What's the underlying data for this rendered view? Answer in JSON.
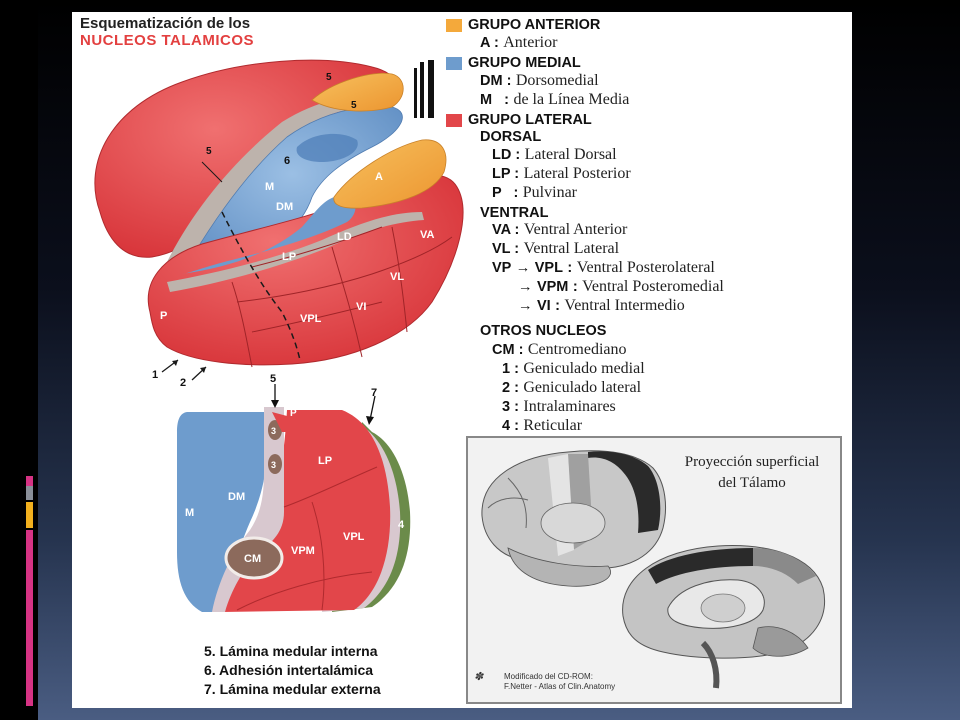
{
  "colors": {
    "anterior": "#f4a93b",
    "medial": "#6e9ccd",
    "lateral": "#e2464a",
    "lamina": "#bdb3ac",
    "cm": "#8c6a5c",
    "reticular": "#6b8b4a",
    "title_red": "#e34040"
  },
  "diagram": {
    "title_line1": "Esquematización de los",
    "title_line2": "NUCLEOS TALAMICOS",
    "legend": {
      "anterior": {
        "head": "GRUPO ANTERIOR",
        "items": [
          {
            "abbr": "A :",
            "text": "Anterior"
          }
        ]
      },
      "medial": {
        "head": "GRUPO MEDIAL",
        "items": [
          {
            "abbr": "DM :",
            "text": "Dorsomedial"
          },
          {
            "abbr": "M   :",
            "text": "de la Línea Media"
          }
        ]
      },
      "lateral": {
        "head": "GRUPO LATERAL",
        "dorsal_head": "DORSAL",
        "dorsal_items": [
          {
            "abbr": "LD :",
            "text": "Lateral Dorsal"
          },
          {
            "abbr": "LP :",
            "text": "Lateral Posterior"
          },
          {
            "abbr": "P   :",
            "text": "Pulvinar"
          }
        ],
        "ventral_head": "VENTRAL",
        "ventral_items": [
          {
            "abbr": "VA :",
            "text": "Ventral Anterior"
          },
          {
            "abbr": "VL :",
            "text": "Ventral Lateral"
          },
          {
            "abbr": "VP",
            "sub": "VPL",
            "text": "Ventral Posterolateral"
          },
          {
            "sub": "VPM",
            "text": "Ventral Posteromedial"
          },
          {
            "sub": "VI",
            "text": "Ventral Intermedio"
          }
        ]
      },
      "otros": {
        "head": "OTROS NUCLEOS",
        "items": [
          {
            "abbr": "CM :",
            "text": "Centromediano"
          },
          {
            "abbr": "1 :",
            "text": "Geniculado medial"
          },
          {
            "abbr": "2 :",
            "text": "Geniculado lateral"
          },
          {
            "abbr": "3 :",
            "text": "Intralaminares"
          },
          {
            "abbr": "4 :",
            "text": "Reticular"
          }
        ]
      }
    },
    "thalamus_labels": {
      "n5a": "5",
      "n5b": "5",
      "n5c": "5",
      "n6": "6",
      "m": "M",
      "dm": "DM",
      "a": "A",
      "ld": "LD",
      "va": "VA",
      "lp": "LP",
      "vl": "VL",
      "vi": "VI",
      "p": "P",
      "vpl": "VPL",
      "n1": "1",
      "n2": "2"
    },
    "section_labels": {
      "n5": "5",
      "n7": "7",
      "p": "P",
      "n3a": "3",
      "n3b": "3",
      "lp": "LP",
      "dm": "DM",
      "m": "M",
      "cm": "CM",
      "vpm": "VPM",
      "vpl": "VPL",
      "n4": "4"
    },
    "footer": [
      "5. Lámina medular interna",
      "6. Adhesión intertalámica",
      "7. Lámina medular externa"
    ],
    "inset": {
      "title_line1": "Proyección superficial",
      "title_line2": "del Tálamo",
      "credit_line1": "Modificado del CD-ROM:",
      "credit_line2": "F.Netter - Atlas of Clin.Anatomy"
    }
  }
}
